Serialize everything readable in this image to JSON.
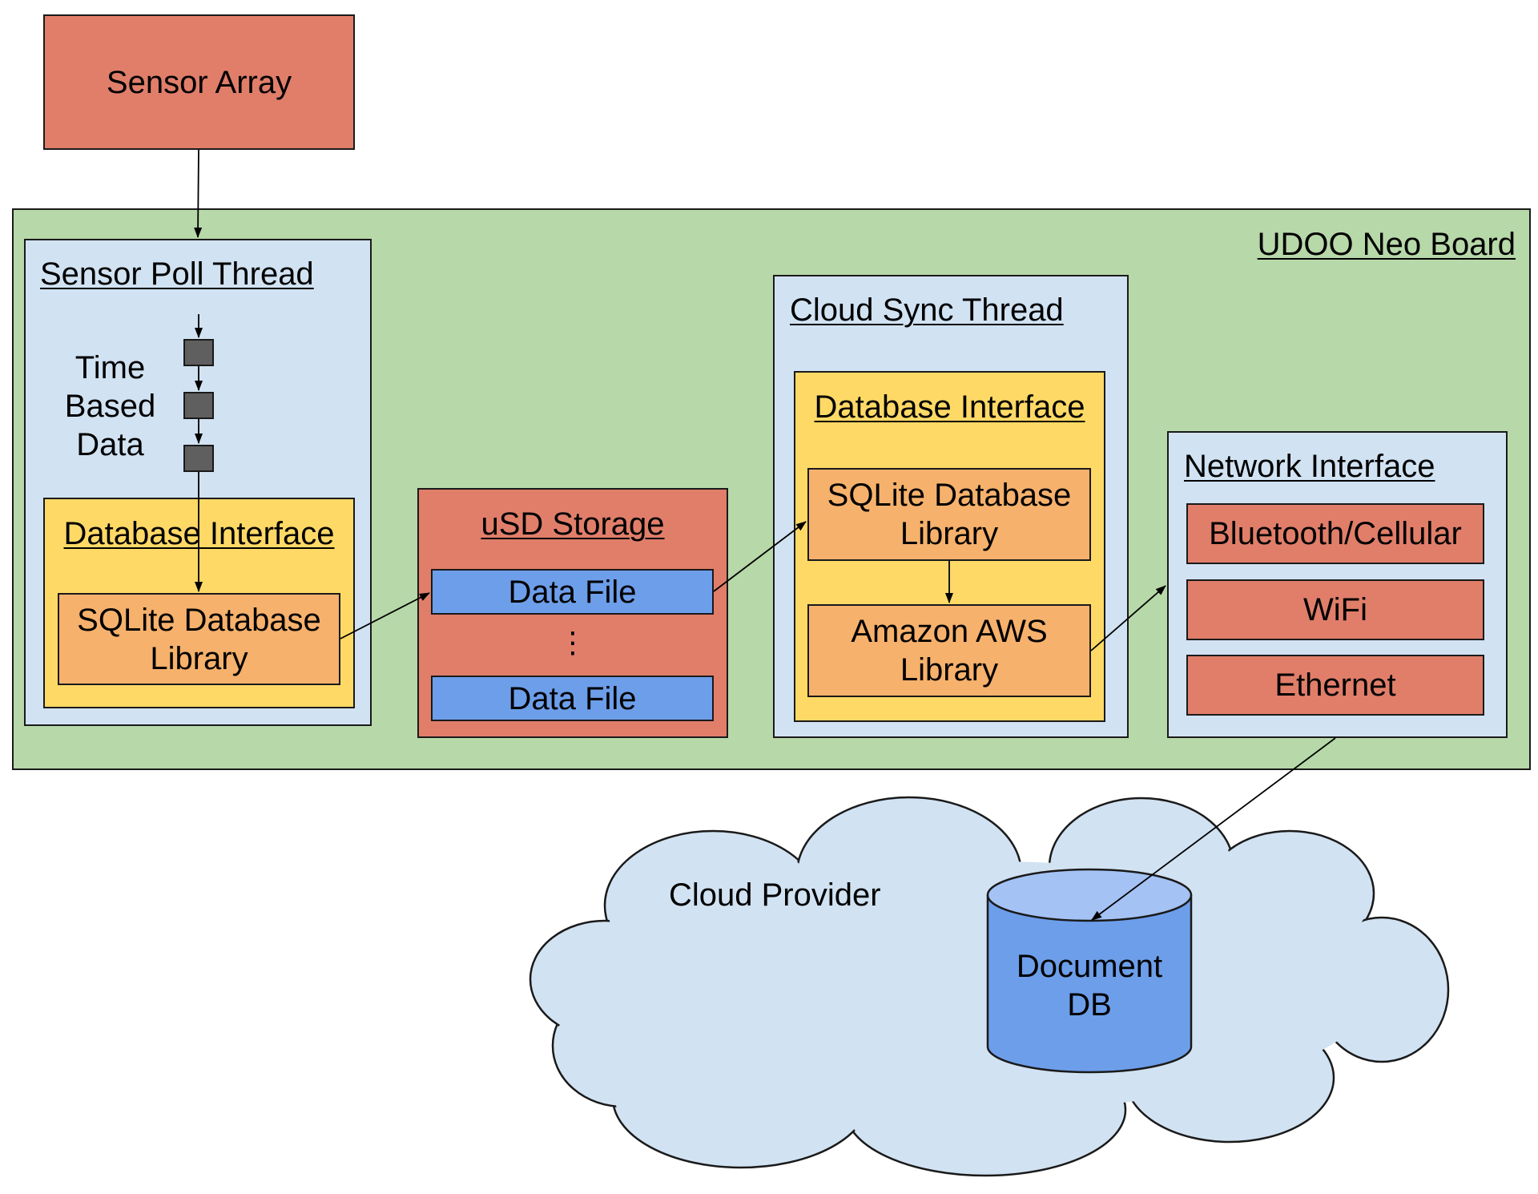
{
  "sensor_array": {
    "label": "Sensor Array"
  },
  "board": {
    "label": "UDOO Neo Board"
  },
  "sensor_poll_thread": {
    "label": "Sensor Poll Thread",
    "time_based_data": [
      "Time",
      "Based",
      "Data"
    ],
    "database_interface": {
      "label": "Database Interface",
      "library": [
        "SQLite Database",
        "Library"
      ]
    }
  },
  "usd_storage": {
    "label": "uSD Storage",
    "files": [
      "Data File",
      "Data File"
    ],
    "ellipsis": "⋮"
  },
  "cloud_sync_thread": {
    "label": "Cloud Sync Thread",
    "database_interface": {
      "label": "Database Interface",
      "sqlite_library": [
        "SQLite Database",
        "Library"
      ],
      "aws_library": [
        "Amazon AWS",
        "Library"
      ]
    }
  },
  "network_interface": {
    "label": "Network Interface",
    "options": [
      "Bluetooth/Cellular",
      "WiFi",
      "Ethernet"
    ]
  },
  "cloud": {
    "label": "Cloud Provider",
    "db": [
      "Document",
      "DB"
    ]
  },
  "colors": {
    "red": "#e07e6a",
    "green": "#b7d8a8",
    "pale_blue": "#d1e2f2",
    "yellow": "#fed966",
    "orange": "#f6b16c",
    "blue": "#6d9eea"
  }
}
